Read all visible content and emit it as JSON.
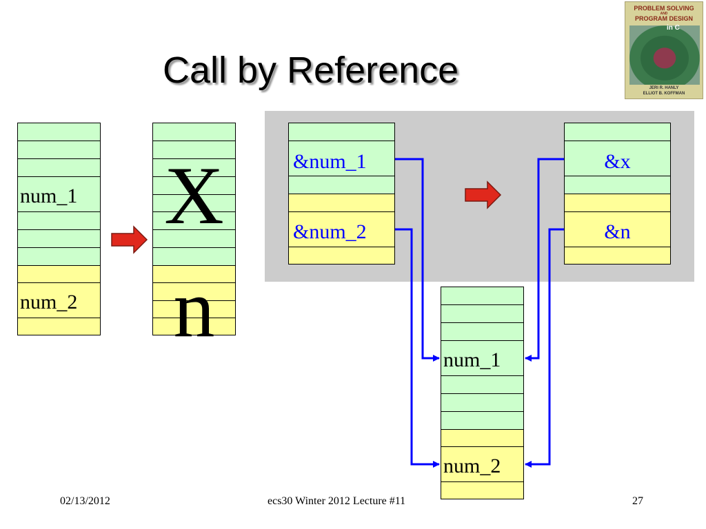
{
  "title": "Call by Reference",
  "book_cover": {
    "line1": "PROBLEM SOLVING",
    "line2": "AND",
    "line3": "PROGRAM DESIGN",
    "line4": "in C",
    "authors1": "JERI R. HANLY",
    "authors2": "ELLIOT B. KOFFMAN"
  },
  "left_stack": {
    "label_num1": "num_1",
    "label_num2": "num_2"
  },
  "middle_stack": {
    "letter_x": "X",
    "letter_n": "n"
  },
  "caller_frame": {
    "label_num1": "&num_1",
    "label_num2": "&num_2"
  },
  "callee_frame": {
    "label_x": "&x",
    "label_n": "&n"
  },
  "memory_stack": {
    "label_num1": "num_1",
    "label_num2": "num_2"
  },
  "colors": {
    "arrow_fill": "#e0281c",
    "pointer_line": "#0000ff",
    "green_cell": "#ccffcc",
    "yellow_cell": "#ffff99",
    "shade": "#cccccc"
  },
  "footer": {
    "date": "02/13/2012",
    "course": "ecs30 Winter 2012 Lecture #11",
    "page": "27"
  }
}
